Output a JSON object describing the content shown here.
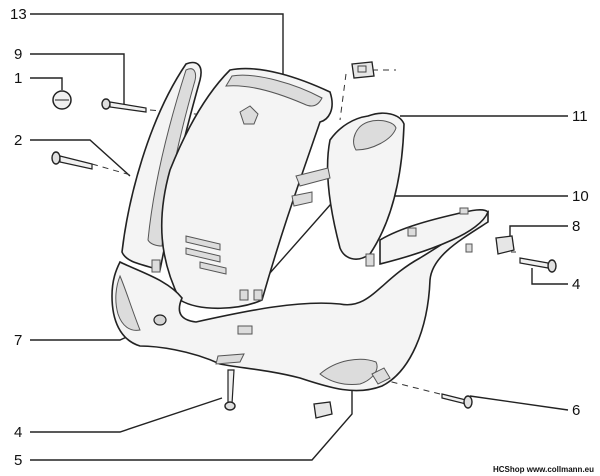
{
  "callouts": {
    "c13": "13",
    "c9": "9",
    "c1": "1",
    "c2": "2",
    "c11": "11",
    "c10": "10",
    "c8": "8",
    "c4_right": "4",
    "c7": "7",
    "c6": "6",
    "c4_bottom": "4",
    "c5": "5"
  },
  "footer": "HCShop www.collmann.eu"
}
